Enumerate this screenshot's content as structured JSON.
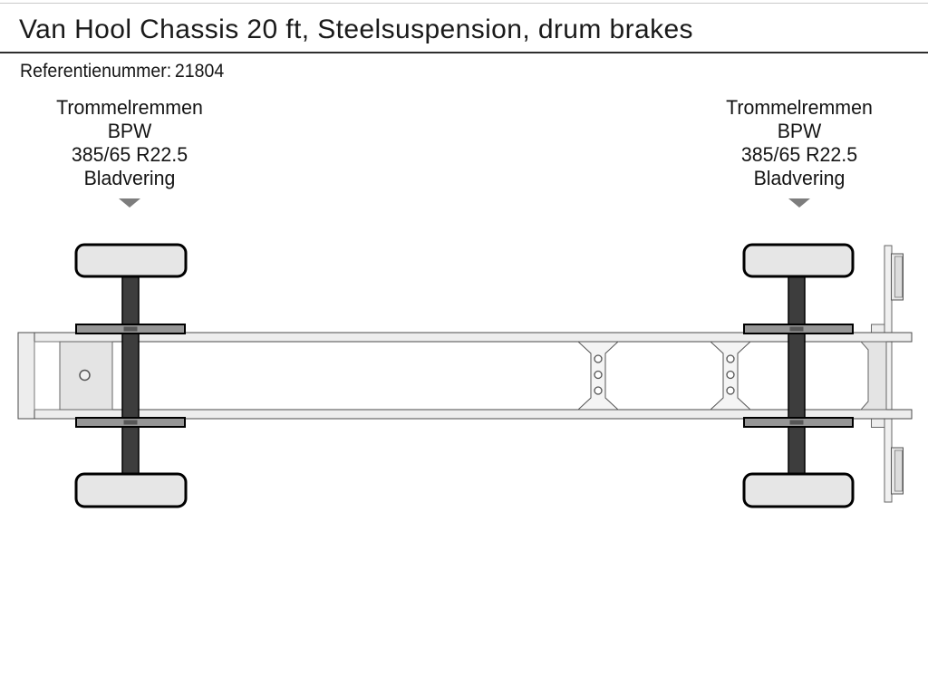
{
  "header": {
    "title": "Van Hool Chassis 20 ft, Steelsuspension, drum brakes",
    "reference_label": "Referentienummer:",
    "reference_value": "21804"
  },
  "annotations": {
    "left": {
      "lines": [
        "Trommelremmen",
        "BPW",
        "385/65 R22.5",
        "Bladvering"
      ],
      "arrow_icon": "triangle-down"
    },
    "right": {
      "lines": [
        "Trommelremmen",
        "BPW",
        "385/65 R22.5",
        "Bladvering"
      ],
      "arrow_icon": "triangle-down"
    }
  },
  "drawing": {
    "colors": {
      "outline": "#000000",
      "detail_outline": "#5a5a5a",
      "axle_dark": "#3d3d3d",
      "spring_gray": "#969696",
      "metal_light": "#ededed",
      "plate_gray": "#e4e4e4",
      "wheel_fill": "#e6e6e6",
      "gusset_fill": "#f4f4f4",
      "arrow_gray": "#7d7d7d"
    }
  }
}
